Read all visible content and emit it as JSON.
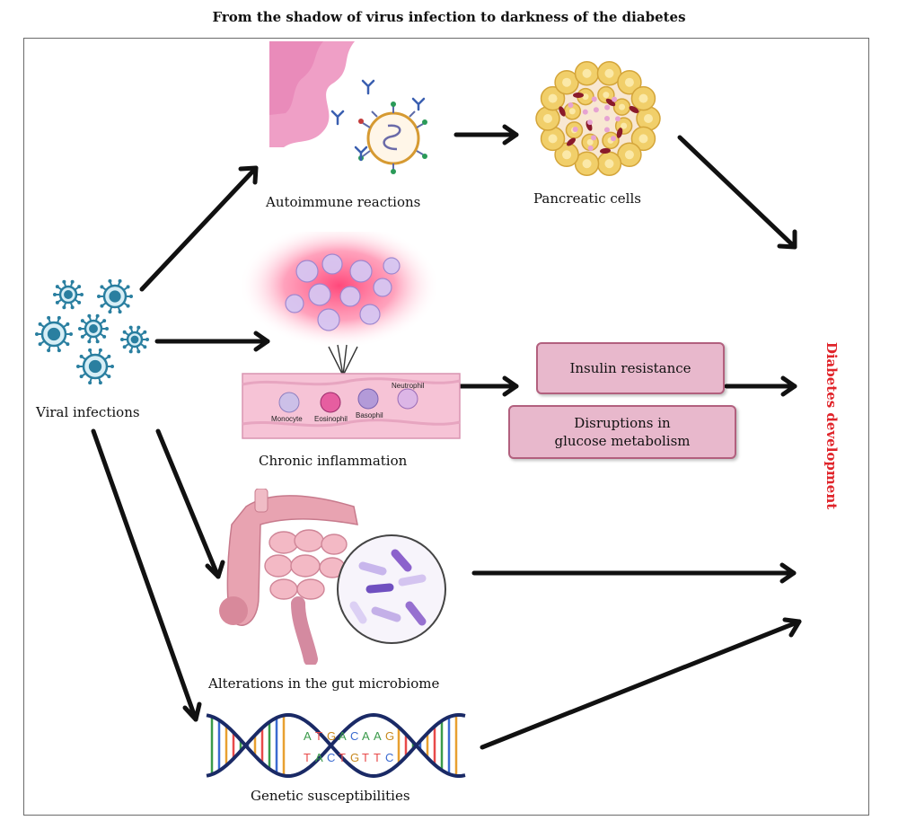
{
  "title": "From the shadow of virus infection to darkness of the diabetes",
  "nodes": {
    "viral": "Viral infections",
    "autoimmune": "Autoimmune reactions",
    "pancreatic": "Pancreatic cells",
    "inflammation": "Chronic inflammation",
    "insulin": "Insulin resistance",
    "glucose_line1": "Disruptions in",
    "glucose_line2": "glucose metabolism",
    "gut": "Alterations in the gut microbiome",
    "genetic": "Genetic susceptibilities",
    "outcome": "Diabetes development"
  },
  "vessel_cells": [
    "Monocyte",
    "Eosinophil",
    "Basophil",
    "Neutrophil"
  ],
  "dna_sequence": {
    "top": [
      "A",
      "T",
      "G",
      "A",
      "C",
      "A",
      "A",
      "G"
    ],
    "bottom": [
      "T",
      "A",
      "C",
      "T",
      "G",
      "T",
      "T",
      "C"
    ]
  },
  "colors": {
    "arrow": "#111111",
    "outcome_text": "#e0242a",
    "box_fill": "#e8b8cc",
    "box_border": "#b2607e",
    "virus": "#2a7fa0",
    "pink_tissue": "#ef9fc6",
    "pancreas": "#f1cf6a",
    "gut": "#e8a3b1",
    "microbe": "#a888d8"
  },
  "icons": [
    "virus-icon",
    "antibody-icon",
    "dna-helix-icon"
  ]
}
